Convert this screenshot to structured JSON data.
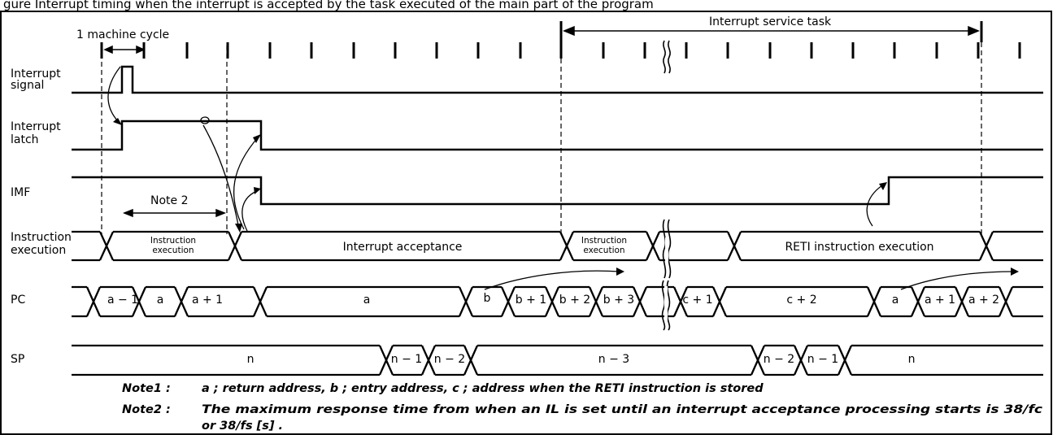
{
  "header": {
    "title_fragment": "gure    Interrupt timing when the interrupt is accepted by the task executed of the main part of the program"
  },
  "timing": {
    "machine_cycle_label": "1 machine cycle",
    "service_task_label": "Interrupt service task",
    "note2_marker": "Note 2"
  },
  "signals": {
    "interrupt_signal": [
      "Interrupt",
      "signal"
    ],
    "interrupt_latch": [
      "Interrupt",
      "latch"
    ],
    "imf": "IMF",
    "instruction_execution": [
      "Instruction",
      "execution"
    ],
    "pc": "PC",
    "sp": "SP"
  },
  "instruction_row": {
    "exec1": [
      "Instruction",
      "execution"
    ],
    "acceptance": "Interrupt acceptance",
    "exec2": [
      "Instruction",
      "execution"
    ],
    "reti": "RETI instruction execution"
  },
  "pc_values": [
    "a − 1",
    "a",
    "a + 1",
    "a",
    "b",
    "b + 1",
    "b + 2",
    "b + 3",
    "c + 1",
    "c + 2",
    "a",
    "a + 1",
    "a + 2"
  ],
  "sp_values": [
    "n",
    "n − 1",
    "n − 2",
    "n − 3",
    "n − 2",
    "n − 1",
    "n"
  ],
  "notes": [
    {
      "label": "Note1 :",
      "text": "a ; return address, b ; entry address, c ; address when the RETI instruction is stored"
    },
    {
      "label": "Note2 :",
      "text": "The maximum response time from when an IL is set until an interrupt acceptance processing starts is 38/fc",
      "text2": "or 38/fs [s] ."
    }
  ]
}
